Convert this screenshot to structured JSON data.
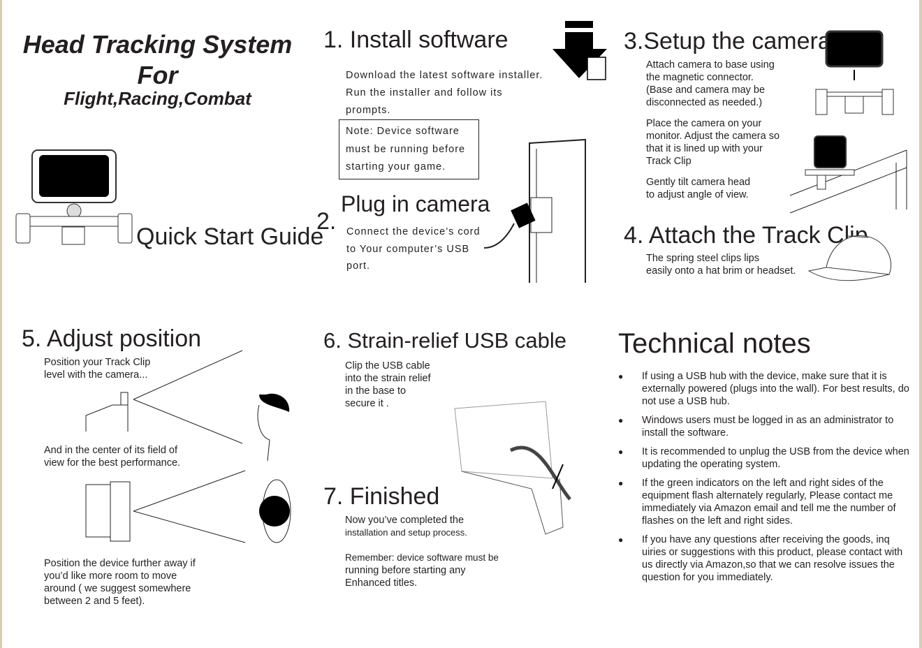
{
  "header": {
    "title_line1": "Head Tracking System",
    "title_line2": "For",
    "subtitle": "Flight,Racing,Combat",
    "guide": "Quick Start Guide"
  },
  "step1": {
    "heading": "1. Install software",
    "lines": [
      "Download the latest software installer.",
      "Run the installer and  follow  its",
      "prompts."
    ],
    "note": [
      "Note:  Device  software",
      "must be running before",
      "starting  your game."
    ]
  },
  "step2": {
    "number": "2.",
    "heading": "Plug in camera",
    "lines": [
      "Connect the device’s cord",
      "to Your computer’s USB",
      "port."
    ]
  },
  "step3": {
    "heading": "3.Setup the camera",
    "p1": [
      "Attach camera  to base  using",
      "the magnetic connector.",
      "(Base and camera may be",
      "disconnected  as  needed.)"
    ],
    "p2": [
      "Place the camera on your",
      "monitor. Adjust the camera so",
      "that it is lined up with your",
      "Track Clip"
    ],
    "p3": [
      "Gently  tilt camera  head",
      "to adjust angle of view."
    ]
  },
  "step4": {
    "heading": "4. Attach the Track Clip",
    "lines": [
      "The spring steel clips lips",
      "easily onto a hat brim or headset."
    ]
  },
  "step5": {
    "heading": "5. Adjust position",
    "p1": [
      "Position  your Track Clip",
      "level with the camera..."
    ],
    "p2": [
      "And  in the center of  its  field of",
      "view for the best  performance."
    ],
    "p3": [
      "Position  the device further  away if",
      "you’d like more room to move",
      "around ( we suggest somewhere",
      "between 2 and 5 feet)."
    ]
  },
  "step6": {
    "heading": "6. Strain-relief USB cable",
    "lines": [
      "Clip the USB cable",
      "into the strain  relief",
      "in  the base  to",
      "secure  it ."
    ]
  },
  "step7": {
    "heading": "7. Finished",
    "p1": [
      "Now you’ve completed the",
      "installation and setup process."
    ],
    "p2": [
      "Remember: device software must be",
      "running before starting any",
      "Enhanced titles."
    ]
  },
  "notes": {
    "heading": "Technical notes",
    "items": [
      "If using a USB hub with the device, make sure that it is externally powered (plugs into the wall). For best results, do not use a USB  hub.",
      "Windows users must be logged in as an administrator to install the software.",
      "It is recommended to unplug the USB from the device when updating the operating system.",
      "If the green indicators on the left and right sides of the equipment flash alternately regularly, Please contact me immediately via Amazon email and tell me the number of flashes on the left and right sides.",
      "If you have any questions after receiving the goods, inq uiries or suggestions with this product, please contact with us directly via Amazon,so that we can resolve issues the question for you immediately."
    ]
  }
}
